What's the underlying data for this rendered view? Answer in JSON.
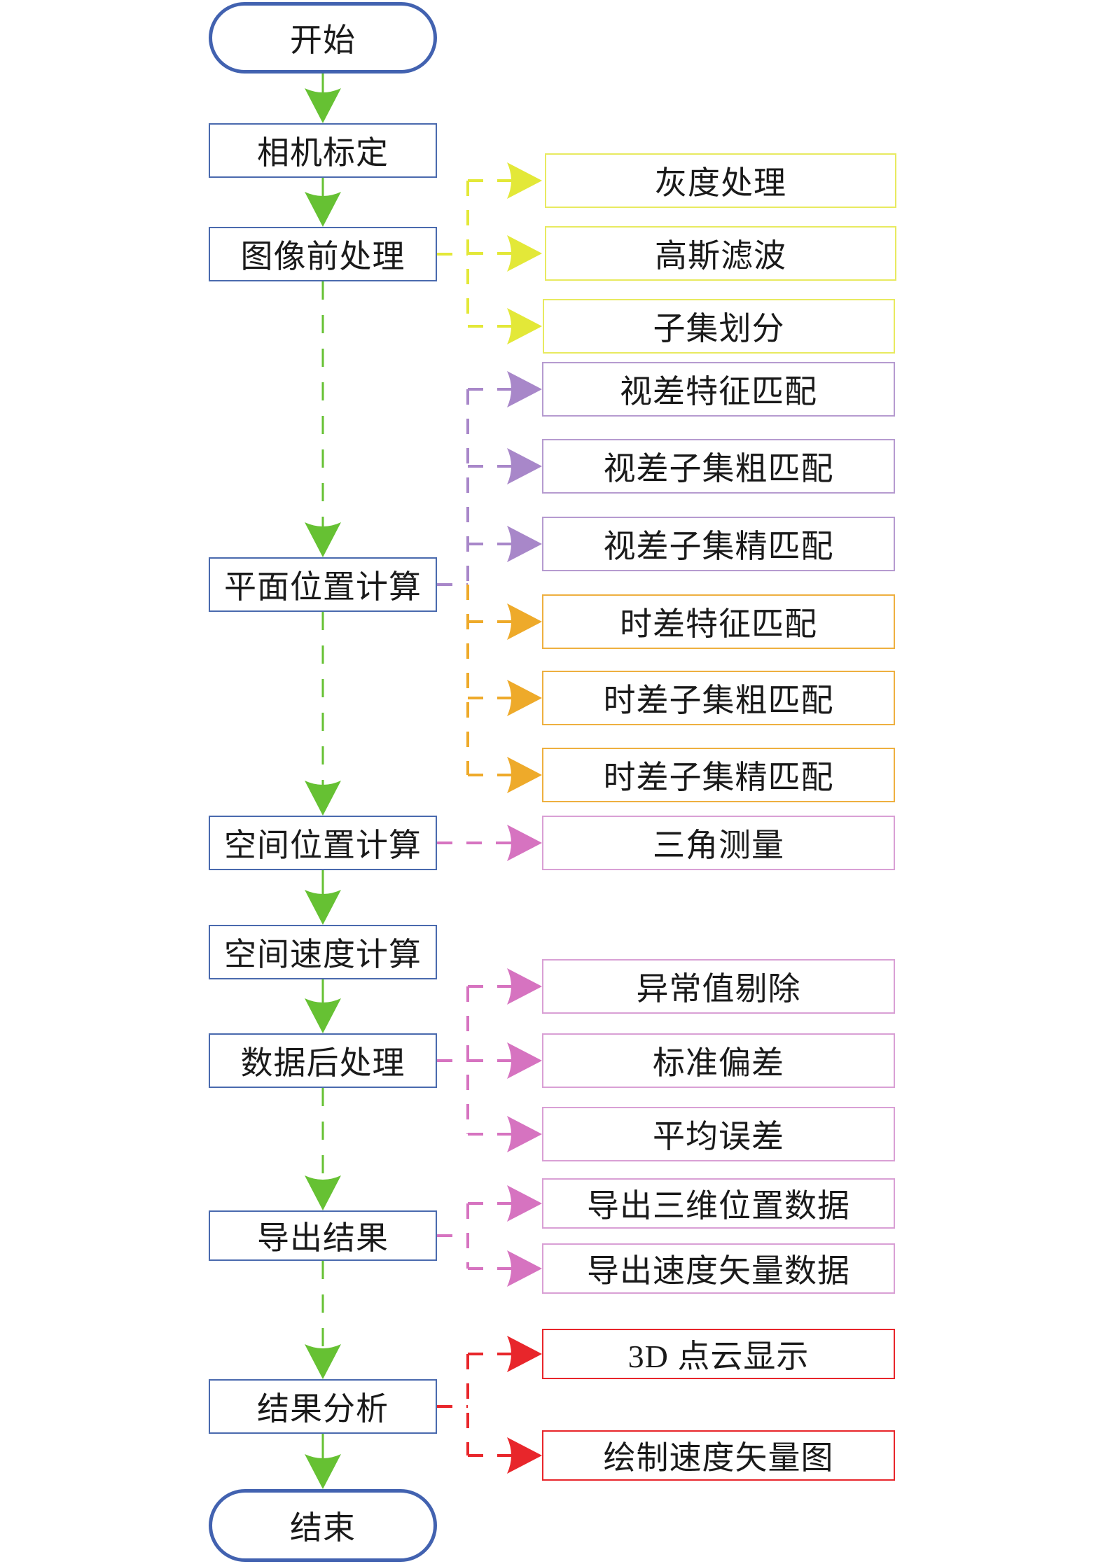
{
  "title": "Flowchart of DIC-based 3D position and velocity measurement",
  "colors": {
    "main_border": "#4a6aae",
    "terminal_border": "#4262b0",
    "main_arrow": "#66c133",
    "yellow": "#e3e838",
    "purple": "#a887c9",
    "orange": "#eeaa2a",
    "pink": "#d673c0",
    "red": "#e8262b"
  },
  "main_steps": [
    {
      "id": "start",
      "label": "开始",
      "kind": "terminal"
    },
    {
      "id": "camera-calibration",
      "label": "相机标定",
      "kind": "process"
    },
    {
      "id": "image-preprocessing",
      "label": "图像前处理",
      "kind": "process"
    },
    {
      "id": "planar-position",
      "label": "平面位置计算",
      "kind": "process"
    },
    {
      "id": "spatial-position",
      "label": "空间位置计算",
      "kind": "process"
    },
    {
      "id": "spatial-velocity",
      "label": "空间速度计算",
      "kind": "process"
    },
    {
      "id": "data-postprocessing",
      "label": "数据后处理",
      "kind": "process"
    },
    {
      "id": "export-results",
      "label": "导出结果",
      "kind": "process"
    },
    {
      "id": "result-analysis",
      "label": "结果分析",
      "kind": "process"
    },
    {
      "id": "end",
      "label": "结束",
      "kind": "terminal"
    }
  ],
  "sub_groups": [
    {
      "parent": "image-preprocessing",
      "color_key": "yellow",
      "items": [
        "灰度处理",
        "高斯滤波",
        "子集划分"
      ]
    },
    {
      "parent": "planar-position",
      "color_key": "purple",
      "items": [
        "视差特征匹配",
        "视差子集粗匹配",
        "视差子集精匹配"
      ]
    },
    {
      "parent": "planar-position",
      "color_key": "orange",
      "items": [
        "时差特征匹配",
        "时差子集粗匹配",
        "时差子集精匹配"
      ]
    },
    {
      "parent": "spatial-position",
      "color_key": "pink",
      "items": [
        "三角测量"
      ]
    },
    {
      "parent": "data-postprocessing",
      "color_key": "pink",
      "items": [
        "异常值剔除",
        "标准偏差",
        "平均误差"
      ]
    },
    {
      "parent": "export-results",
      "color_key": "pink",
      "items": [
        "导出三维位置数据",
        "导出速度矢量数据"
      ]
    },
    {
      "parent": "result-analysis",
      "color_key": "red",
      "items": [
        "3D 点云显示",
        "绘制速度矢量图"
      ]
    }
  ]
}
